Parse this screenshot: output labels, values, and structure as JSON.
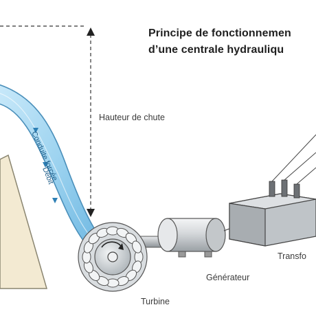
{
  "title": {
    "line1": "Principe de fonctionnemen",
    "line2": "d’une centrale hydrauliqu"
  },
  "labels": {
    "hauteur_de_chute": "Hauteur de chute",
    "conduite_forcee": "Conduite forcée",
    "debit": "Débit",
    "generateur": "Générateur",
    "turbine": "Turbine",
    "transformateur_partial": "Transfo"
  },
  "colors": {
    "water": "#9fd4f0",
    "water_dark": "#3a93c8",
    "metal": "#c9cdd1",
    "dam": "#f3ead2",
    "text": "#1f1f1f"
  }
}
